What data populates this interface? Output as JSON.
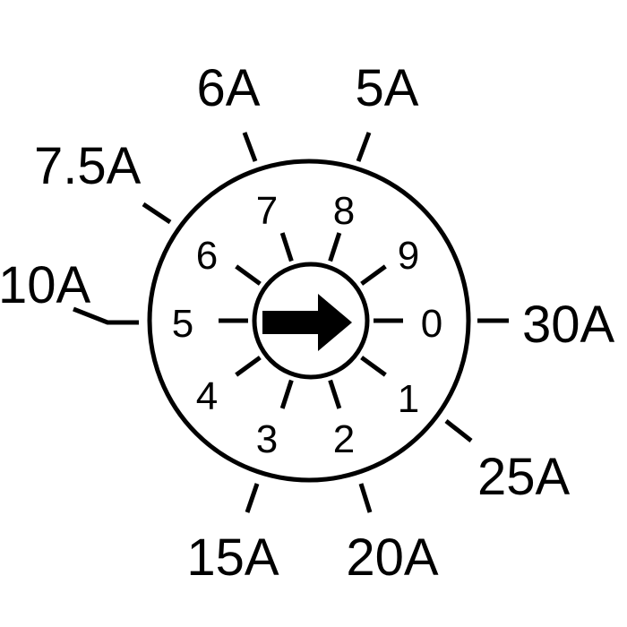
{
  "dial": {
    "positions": [
      "0",
      "1",
      "2",
      "3",
      "4",
      "5",
      "6",
      "7",
      "8",
      "9"
    ],
    "current_setting": "0",
    "pointer_icon": "arrow-right-icon"
  },
  "ratings": {
    "r30": "30A",
    "r25": "25A",
    "r20": "20A",
    "r15": "15A",
    "r10": "10A",
    "r75": "7.5A",
    "r6": "6A",
    "r5": "5A"
  },
  "colors": {
    "line": "#000000",
    "background": "#ffffff"
  }
}
